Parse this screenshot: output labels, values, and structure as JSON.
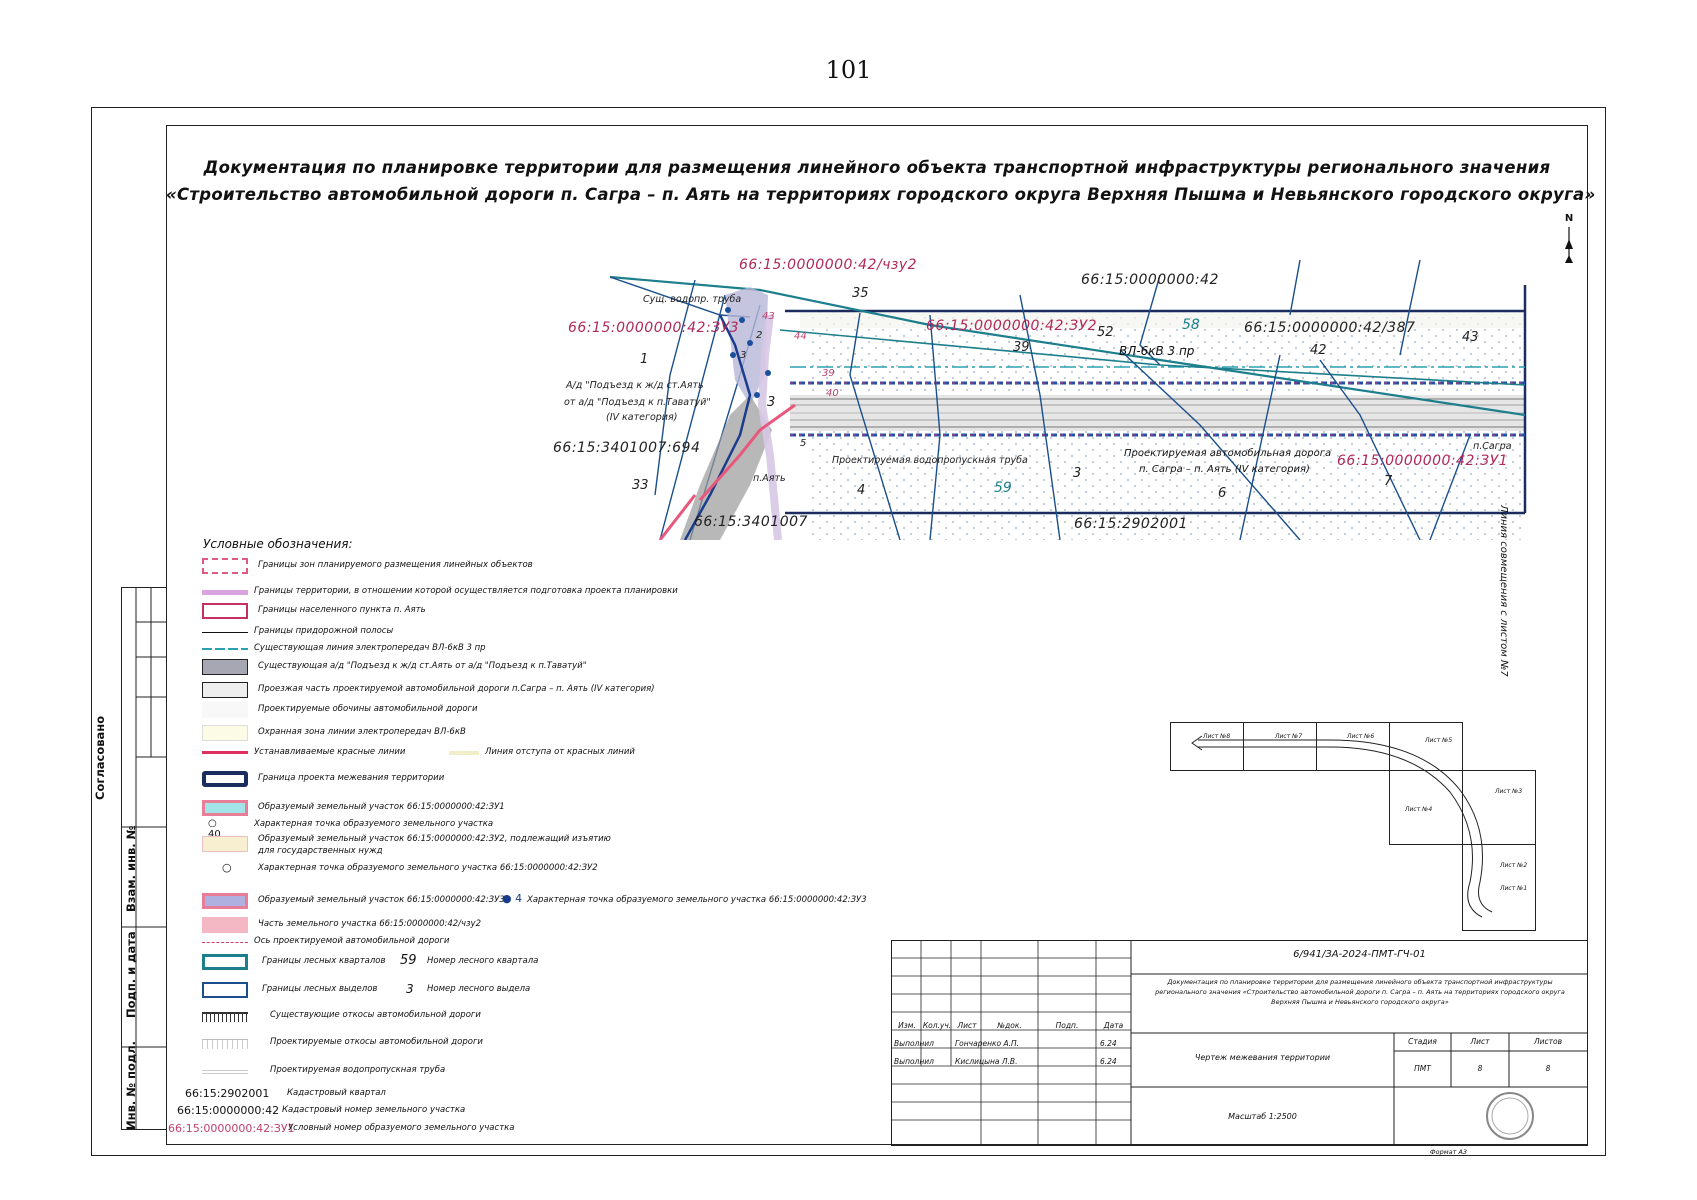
{
  "page_number": "101",
  "title": {
    "line1": "Документация по планировке территории для размещения линейного объекта транспортной инфраструктуры регионального значения",
    "line2": "«Строительство автомобильной дороги п. Сагра – п. Аять на территориях городского округа Верхняя Пышма и Невьянского городского округа»"
  },
  "north_arrow": "N",
  "map": {
    "labels": {
      "chzu2": "66:15:0000000:42/чзу2",
      "parcel42": "66:15:0000000:42",
      "zu3": "66:15:0000000:42:ЗУ3",
      "zu2": "66:15:0000000:42:ЗУ2",
      "p387": "66:15:0000000:42/387",
      "zu1": "66:15:0000000:42:ЗУ1",
      "vodoprovod": "Сущ. водопр. труба",
      "vl": "ВЛ-6кВ 3 пр",
      "road_existing_1": "А/д \"Подъезд к ж/д ст.Аять",
      "road_existing_2": "от а/д \"Подъезд к п.Таватуй\"",
      "road_existing_3": "(IV категория)",
      "q694": "66:15:3401007:694",
      "q3401007": "66:15:3401007",
      "q2902001": "66:15:2902001",
      "truba": "Проектируемая водопропускная труба",
      "road_proj_1": "Проектируемая автомобильная дорога",
      "road_proj_2": "п. Сагра – п. Аять (IV категория)",
      "p_sagra": "п.Сагра",
      "p_ayat": "п.Аять",
      "combo": "Линия совмещения с листом №7"
    },
    "numbers": {
      "n35": "35",
      "n43a": "43",
      "n44": "44",
      "n2": "2",
      "n1": "1",
      "n3a": "3",
      "n3b": "3",
      "n39a": "39",
      "n40": "40",
      "n5": "5",
      "n52": "52",
      "n58": "58",
      "n39b": "39",
      "n42": "42",
      "n43b": "43",
      "n33": "33",
      "n4": "4",
      "n59": "59",
      "n3c": "3",
      "n6": "6",
      "n7": "7"
    }
  },
  "legend": {
    "title": "Условные обозначения:",
    "items": [
      "Границы зон планируемого размещения линейных объектов",
      "Границы территории, в отношении которой осуществляется подготовка проекта планировки",
      "Границы населенного пункта п. Аять",
      "Границы придорожной полосы",
      "Существующая линия электропередач ВЛ-6кВ 3 пр",
      "Существующая а/д \"Подъезд к ж/д ст.Аять   от а/д \"Подъезд к п.Таватуй\"",
      "Проезжая часть проектируемой автомобильной дороги п.Сагра – п. Аять (IV категория)",
      "Проектируемые обочины автомобильной дороги",
      "Охранная зона линии электропередач ВЛ-6кВ",
      "Устанавливаемые красные линии",
      "Граница проекта межевания территории",
      "Образуемый земельный участок 66:15:0000000:42:ЗУ1",
      "Характерная точка образуемого земельного участка",
      "Образуемый земельный участок 66:15:0000000:42:ЗУ2, подлежащий изъятию",
      "для государственных нужд",
      "Характерная точка образуемого земельного участка 66:15:0000000:42:ЗУ2",
      "Образуемый земельный участок 66:15:0000000:42:ЗУ3",
      "Характерная точка образуемого земельного участка 66:15:0000000:42:ЗУ3",
      "Часть земельного участка 66:15:0000000:42/чзу2",
      "Ось проектируемой автомобильной дороги",
      "Границы лесных кварталов",
      "Номер лесного квартала",
      "Границы лесных выделов",
      "Номер лесного выдела",
      "Существующие откосы автомобильной дороги",
      "Проектируемые откосы автомобильной дороги",
      "Проектируемая водопропускная труба",
      "Кадастровый квартал",
      "Кадастровый номер земельного участка",
      "Условный номер образуемого земельного участка",
      "Линия отступа от красных линий"
    ],
    "samples": {
      "point40": "40",
      "point4": "4",
      "quarter59": "59",
      "vydel3": "3",
      "cad_quarter": "66:15:2902001",
      "cad_parcel": "66:15:0000000:42",
      "cond_parcel": "66:15:0000000:42:ЗУ1"
    }
  },
  "strip": {
    "soglasovano": "Согласовано",
    "vzam": "Взам. инв. №",
    "podp": "Подп. и дата",
    "inv": "Инв. № подл."
  },
  "key_map": {
    "sheets": [
      "Лист №8",
      "Лист №7",
      "Лист №6",
      "Лист №5",
      "Лист №4",
      "Лист №3",
      "Лист №2",
      "Лист №1"
    ]
  },
  "title_block": {
    "code": "6/941/ЗА-2024-ПМТ-ГЧ-01",
    "description": "Документация по планировке территории для размещения линейного объекта транспортной инфраструктуры регионального значения «Строительство автомобильной дороги п. Сагра – п. Аять на территориях городского округа Верхняя Пышма и Невьянского городского округа»",
    "headers": [
      "Изм.",
      "Кол.уч.",
      "Лист",
      "№док.",
      "Подп.",
      "Дата"
    ],
    "rows": [
      {
        "role": "Выполнил",
        "name": "Гончаренко А.П.",
        "date": "6.24"
      },
      {
        "role": "Выполнил",
        "name": "Кислицына Л.В.",
        "date": "6.24"
      }
    ],
    "sheet_name": "Чертеж межевания территории",
    "stage_header": "Стадия",
    "sheet_header": "Лист",
    "sheets_header": "Листов",
    "stage": "ПМТ",
    "sheet": "8",
    "sheets": "8",
    "scale": "Масштаб 1:2500",
    "format": "Формат А3"
  }
}
